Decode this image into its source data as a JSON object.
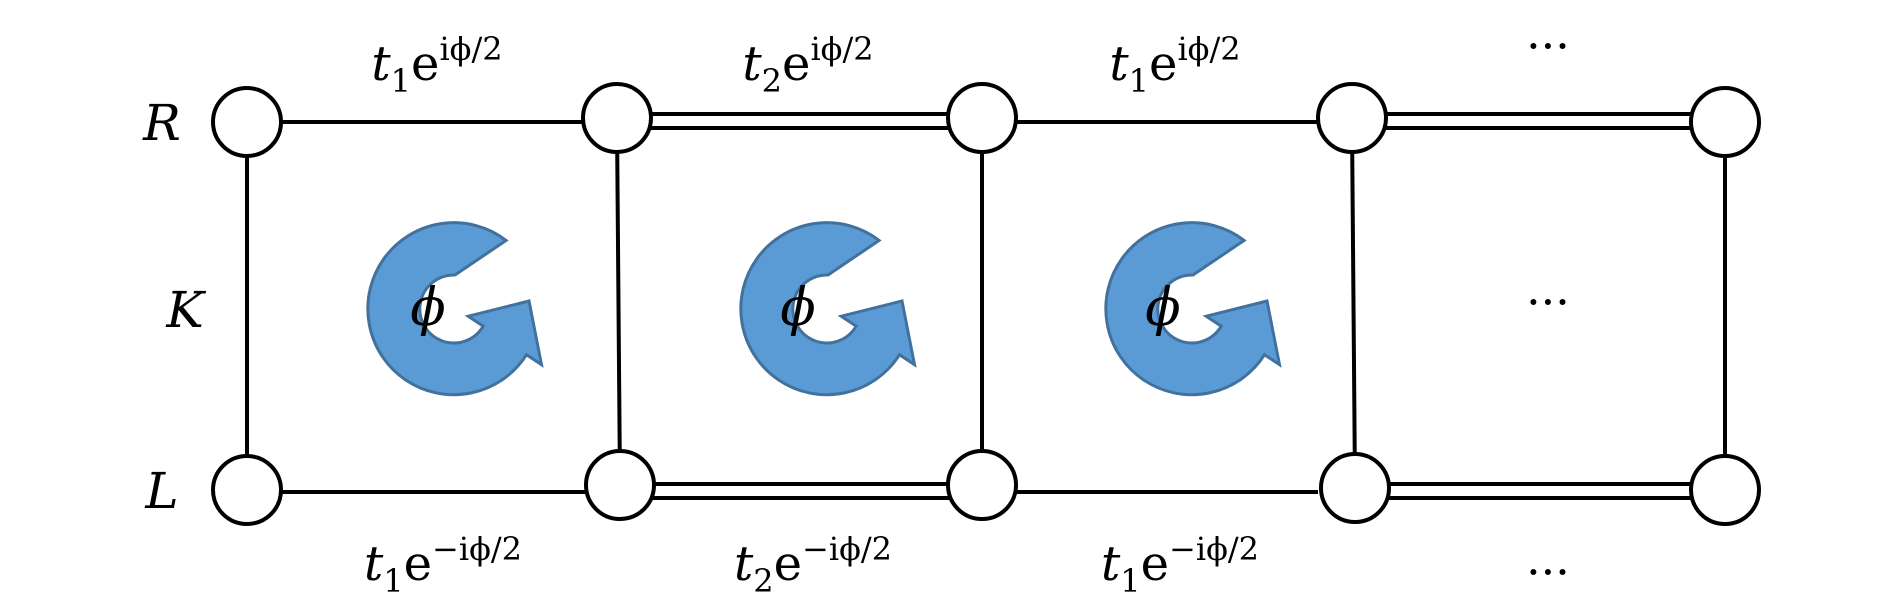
{
  "rows": {
    "top": "R",
    "middle": "K",
    "bottom": "L"
  },
  "plaquette_flux": "ϕ",
  "hopping_top": [
    {
      "coef": "t",
      "sub": "1",
      "base": "e",
      "exp": "iϕ/2"
    },
    {
      "coef": "t",
      "sub": "2",
      "base": "e",
      "exp": "iϕ/2"
    },
    {
      "coef": "t",
      "sub": "1",
      "base": "e",
      "exp": "iϕ/2"
    }
  ],
  "hopping_bottom": [
    {
      "coef": "t",
      "sub": "1",
      "base": "e",
      "exp": "−iϕ/2"
    },
    {
      "coef": "t",
      "sub": "2",
      "base": "e",
      "exp": "−iϕ/2"
    },
    {
      "coef": "t",
      "sub": "1",
      "base": "e",
      "exp": "−iϕ/2"
    }
  ],
  "ellipsis": "···",
  "colors": {
    "arrow_fill": "#5B9BD5",
    "arrow_stroke": "#41719C",
    "lines": "#000000"
  }
}
